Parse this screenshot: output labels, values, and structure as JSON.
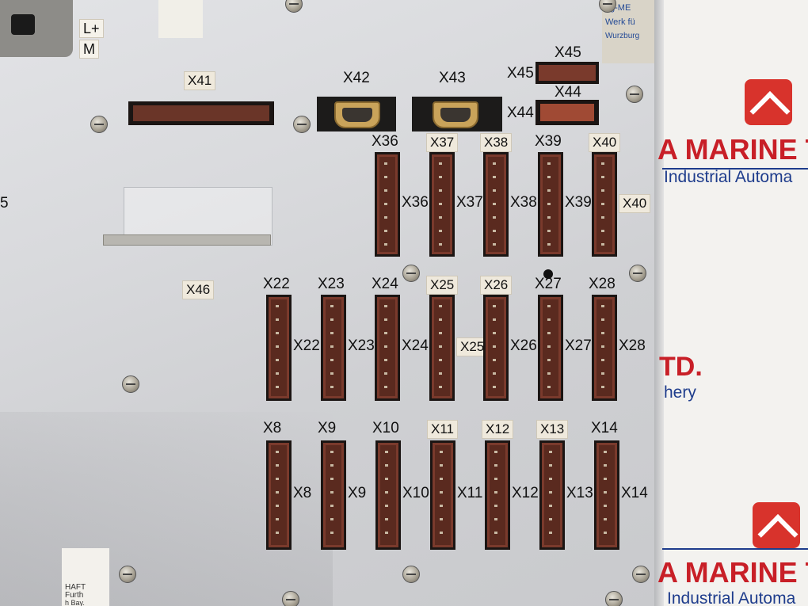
{
  "top_labels": {
    "lplus": "L+",
    "m": "M",
    "x41": "X41",
    "x42": "X42",
    "x43": "X43",
    "x45_top": "X45",
    "x45_left": "X45",
    "x44_top": "X44",
    "x44_left": "X44",
    "x46": "X46"
  },
  "connectors_row1": [
    {
      "top": "X36",
      "side": "X36"
    },
    {
      "top": "X37",
      "side": "X37"
    },
    {
      "top": "X38",
      "side": "X38"
    },
    {
      "top": "X39",
      "side": "X39"
    },
    {
      "top": "X40",
      "side": "X40"
    }
  ],
  "connectors_row2": [
    {
      "top": "X22",
      "side": "X22"
    },
    {
      "top": "X23",
      "side": "X23"
    },
    {
      "top": "X24",
      "side": "X24"
    },
    {
      "top": "X25",
      "side": "X25"
    },
    {
      "top": "X26",
      "side": "X26"
    },
    {
      "top": "X27",
      "side": "X27"
    },
    {
      "top": "X28",
      "side": "X28"
    }
  ],
  "connectors_row3": [
    {
      "top": "X8",
      "side": "X8"
    },
    {
      "top": "X9",
      "side": "X9"
    },
    {
      "top": "X10",
      "side": "X10"
    },
    {
      "top": "X11",
      "side": "X11"
    },
    {
      "top": "X12",
      "side": "X12"
    },
    {
      "top": "X13",
      "side": "X13"
    },
    {
      "top": "X14",
      "side": "X14"
    }
  ],
  "edge_text": {
    "left_five": "5",
    "tag_l1": "HAFT",
    "tag_l2": "Furth",
    "tag_l3": "h Bay.",
    "tr1": "g-ME",
    "tr2": "Werk fü",
    "tr3": "Wurzburg"
  },
  "watermark": {
    "brand_1": "A MARINE TEC",
    "sub_1": "Industrial Automa",
    "brand_2": "TD.",
    "sub_2": "hery",
    "brand_3": "A MARINE TEC",
    "sub_3": "Industrial Automa"
  }
}
